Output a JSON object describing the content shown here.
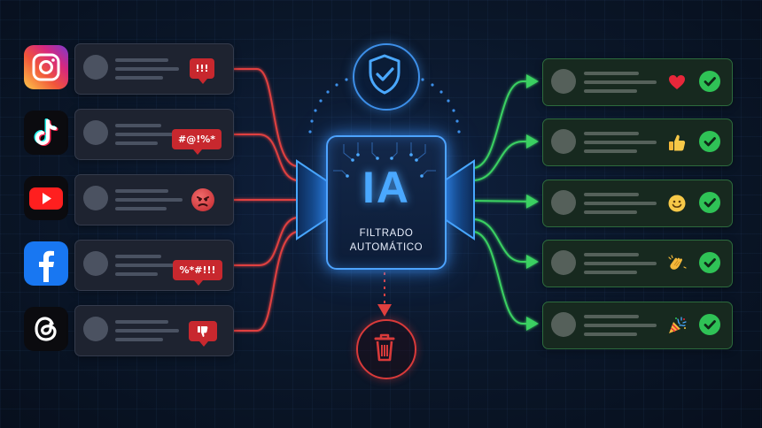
{
  "hub": {
    "title": "IA",
    "subtitle_line1": "FILTRADO",
    "subtitle_line2": "AUTOMÁTICO"
  },
  "colors": {
    "background": "#0a1628",
    "chip_accent": "#4aa8ff",
    "toxic_red": "#c8282e",
    "approved_green": "#2fc256"
  },
  "top_icon": "shield-check-icon",
  "bottom_icon": "trash-icon",
  "incoming_comments": [
    {
      "platform": "instagram",
      "icon": "instagram-icon",
      "badge": "!!!",
      "badge_type": "bubble"
    },
    {
      "platform": "tiktok",
      "icon": "tiktok-icon",
      "badge": "#@!%*",
      "badge_type": "bubble"
    },
    {
      "platform": "youtube",
      "icon": "youtube-icon",
      "badge": "angry-face-emoji",
      "badge_type": "emoji"
    },
    {
      "platform": "facebook",
      "icon": "facebook-icon",
      "badge": "%*#!!!",
      "badge_type": "bubble"
    },
    {
      "platform": "threads",
      "icon": "threads-icon",
      "badge": "thumbs-down-icon",
      "badge_type": "bubble-icon"
    }
  ],
  "approved_comments": [
    {
      "reaction": "heart-emoji"
    },
    {
      "reaction": "thumbs-up-emoji"
    },
    {
      "reaction": "smiling-face-emoji"
    },
    {
      "reaction": "clapping-hands-emoji"
    },
    {
      "reaction": "party-popper-emoji"
    }
  ]
}
